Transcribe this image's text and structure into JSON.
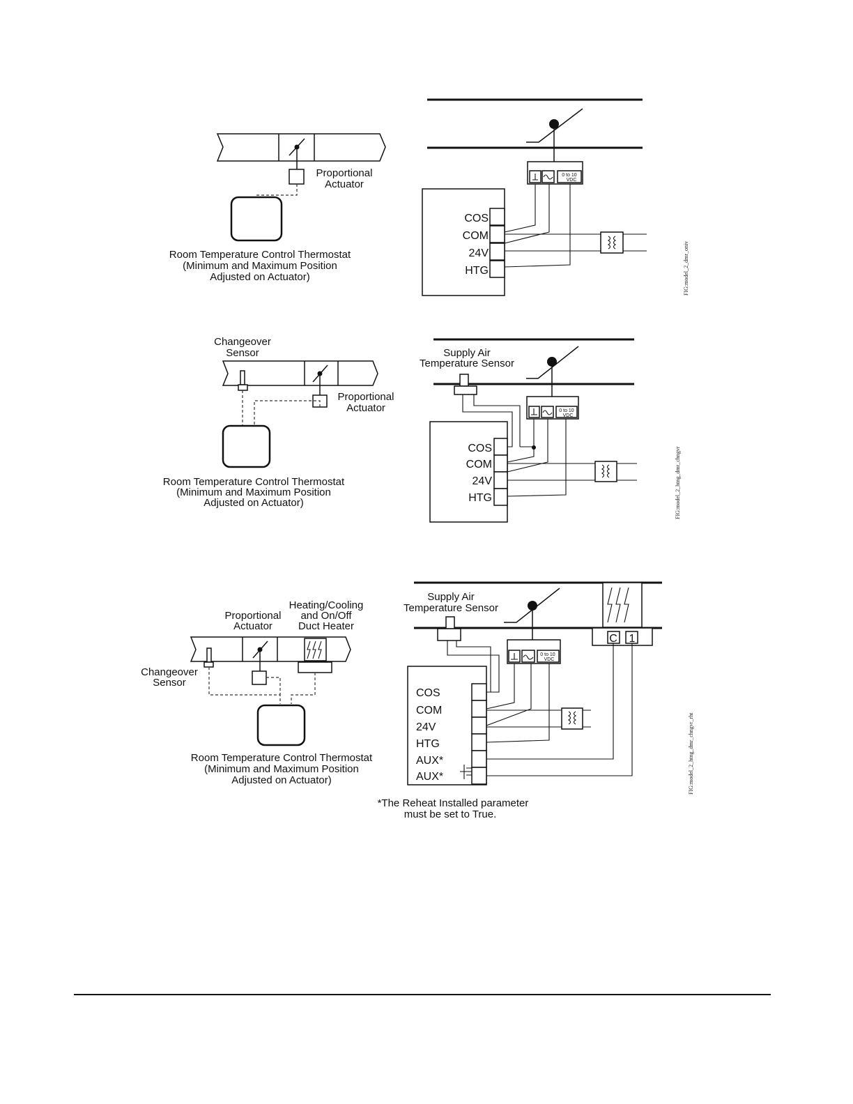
{
  "diagram1": {
    "actuator_label": [
      "Proportional",
      "Actuator"
    ],
    "thermostat_label": [
      "Room Temperature Control Thermostat",
      "(Minimum and Maximum Position",
      "Adjusted on Actuator)"
    ],
    "terminals": [
      "COS",
      "COM",
      "24V",
      "HTG"
    ],
    "actuator_terminal_range": [
      "0 to 10",
      "VDC"
    ],
    "fig_id": "FIG:model_2_dmr_oniv"
  },
  "diagram2": {
    "changeover_label": [
      "Changeover",
      "Sensor"
    ],
    "actuator_label": [
      "Proportional",
      "Actuator"
    ],
    "supply_air_label": [
      "Supply Air",
      "Temperature Sensor"
    ],
    "thermostat_label": [
      "Room Temperature Control Thermostat",
      "(Minimum and Maximum Position",
      "Adjusted on Actuator)"
    ],
    "terminals": [
      "COS",
      "COM",
      "24V",
      "HTG"
    ],
    "actuator_terminal_range": [
      "0 to 10",
      "VDC"
    ],
    "fig_id": "FIG:model_2_htng_dmr_chngvr"
  },
  "diagram3": {
    "actuator_label": [
      "Proportional",
      "Actuator"
    ],
    "heater_label": [
      "Heating/Cooling",
      "and On/Off",
      "Duct Heater"
    ],
    "changeover_label": [
      "Changeover",
      "Sensor"
    ],
    "supply_air_label": [
      "Supply Air",
      "Temperature Sensor"
    ],
    "thermostat_label": [
      "Room Temperature Control Thermostat",
      "(Minimum and Maximum Position",
      "Adjusted on Actuator)"
    ],
    "terminals": [
      "COS",
      "COM",
      "24V",
      "HTG",
      "AUX*",
      "AUX*"
    ],
    "heater_terminals": [
      "C",
      "1"
    ],
    "actuator_terminal_range": [
      "0 to 10",
      "VDC"
    ],
    "note": [
      "*The Reheat Installed parameter",
      "must be set to True."
    ],
    "fig_id": "FIG:model_2_htng_dmr_chngvr_rht"
  }
}
